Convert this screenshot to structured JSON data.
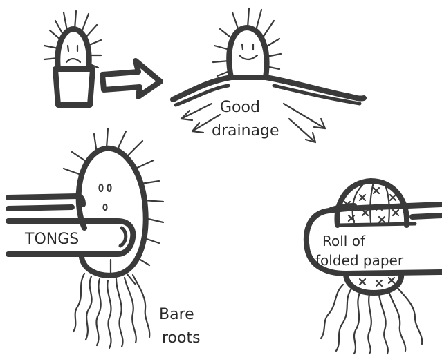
{
  "labels": {
    "good": "Good",
    "drainage": "drainage",
    "tongs": "TONGS",
    "bare": "Bare",
    "roots": "roots",
    "roll_of": "Roll of",
    "folded_paper": "folded paper"
  },
  "icons": {
    "sad_cactus_in_pot": "sad-cactus-in-pot-icon",
    "transfer_arrow": "arrow-right-icon",
    "happy_cactus": "happy-cactus-icon",
    "tongs_cactus": "cactus-held-by-tongs-icon",
    "paper_roll_cactus": "cactus-held-by-paper-roll-icon"
  },
  "colors": {
    "ink": "#3a3a3a",
    "background": "#ffffff"
  }
}
